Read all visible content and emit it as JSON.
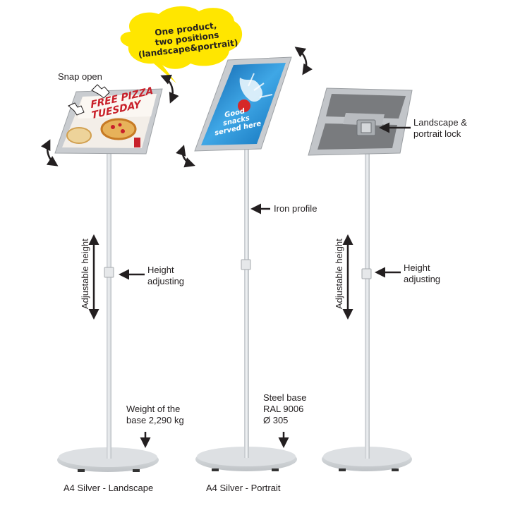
{
  "callout": {
    "text": "One product,\ntwo positions\n(landscape&portrait)",
    "color": "#ffe600"
  },
  "labels": {
    "snap_open": "Snap open",
    "iron_profile": "Iron profile",
    "landscape_lock": "Landscape &\nportrait lock",
    "height_adjusting_left": "Height\nadjusting",
    "height_adjusting_right": "Height\nadjusting",
    "adjustable_height_left": "Adjustable height",
    "adjustable_height_right": "Adjustable height",
    "weight": "Weight of  the\nbase 2,290 kg",
    "steel_base": "Steel base\nRAL 9006\nØ  305"
  },
  "captions": {
    "landscape": "A4 Silver - Landscape",
    "portrait": "A4 Silver - Portrait"
  },
  "posters": {
    "landscape_title": "FREE PIZZA\nTUESDAY",
    "portrait_title": "Good snacks\nserved here"
  },
  "colors": {
    "frame_silver": "#c9ccd0",
    "pole": "#dfe2e6",
    "base": "#d3d6da",
    "poster_blue": "#1b7fc8",
    "pizza_red": "#c8202a",
    "arrow": "#231f20"
  },
  "icons": [
    "rotate-arrow-icon",
    "double-arrow-icon",
    "pointer-arrow-icon",
    "snap-hand-icon"
  ]
}
